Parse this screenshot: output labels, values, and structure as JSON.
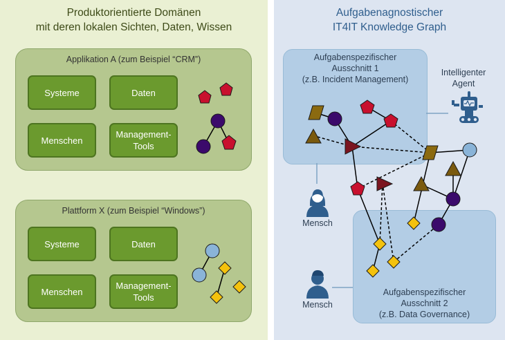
{
  "left_title": {
    "line1": "Produktorientierte Domänen",
    "line2": "mit deren lokalen Sichten, Daten, Wissen"
  },
  "right_title": {
    "line1": "Aufgabenagnostischer",
    "line2": "IT4IT Knowledge Graph"
  },
  "group_a": {
    "label": "Applikation A (zum Beispiel “CRM”)",
    "tiles": {
      "systeme": "Systeme",
      "daten": "Daten",
      "menschen": "Menschen",
      "mgmt_line1": "Management-",
      "mgmt_line2": "Tools"
    }
  },
  "group_x": {
    "label": "Plattform X (zum Beispiel “Windows”)",
    "tiles": {
      "systeme": "Systeme",
      "daten": "Daten",
      "menschen": "Menschen",
      "mgmt_line1": "Management-",
      "mgmt_line2": "Tools"
    }
  },
  "excerpt_1": {
    "line1": "Aufgabenspezifischer",
    "line2": "Ausschnitt 1",
    "line3": "(z.B. Incident Management)"
  },
  "excerpt_2": {
    "line1": "Aufgabenspezifischer",
    "line2": "Ausschnitt 2",
    "line3": "(z.B. Data Governance)"
  },
  "agent": {
    "line1": "Intelligenter",
    "line2": "Agent",
    "icon": "robot-icon"
  },
  "person_1": {
    "label": "Mensch",
    "icon": "person-icon"
  },
  "person_2": {
    "label": "Mensch",
    "icon": "person-icon"
  },
  "colors": {
    "pentagon": "#c8102e",
    "circle_purple": "#3b0a6b",
    "circle_blue": "#8ab4d8",
    "diamond": "#f4c20d",
    "parallelogram": "#8b6a10",
    "triangle_brown": "#7a5a0e",
    "triangle_darkred": "#7b1520",
    "tile_green": "#6b9a2e",
    "group_green": "#b5c78f",
    "person_blue": "#2f5e8d"
  }
}
